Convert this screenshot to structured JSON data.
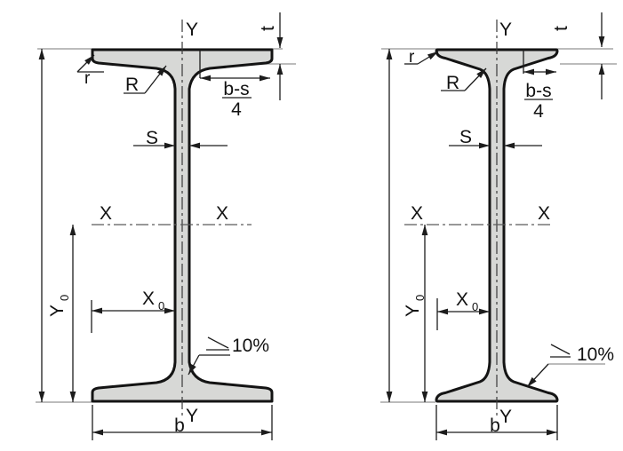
{
  "diagram": {
    "description": "Two I-beam cross-section engineering drawings with dimension labels",
    "colors": {
      "outline": "#141414",
      "section_fill": "#d7d8d6",
      "dimension_line": "#1c1c1c",
      "extension_line": "#949494"
    },
    "left_beam": {
      "y_axis_top": "Y",
      "flange_thickness": "t",
      "edge_radius": "r",
      "fillet_radius": "R",
      "quarter_width_numerator": "b-s",
      "quarter_width_denominator": "4",
      "web_thickness": "S",
      "x_axis_left": "X",
      "x_axis_right": "X",
      "y0_main": "Y",
      "y0_sub": "0",
      "x0_main": "X",
      "x0_sub": "0",
      "flange_slope": "10%",
      "y_axis_bottom": "Y",
      "flange_width": "b"
    },
    "right_beam": {
      "y_axis_top": "Y",
      "flange_thickness": "t",
      "edge_radius": "r",
      "fillet_radius": "R",
      "quarter_width_numerator": "b-s",
      "quarter_width_denominator": "4",
      "web_thickness": "S",
      "x_axis_left": "X",
      "x_axis_right": "X",
      "y0_main": "Y",
      "y0_sub": "0",
      "x0_main": "X",
      "x0_sub": "0",
      "flange_slope": "10%",
      "y_axis_bottom": "Y",
      "flange_width": "b"
    }
  }
}
